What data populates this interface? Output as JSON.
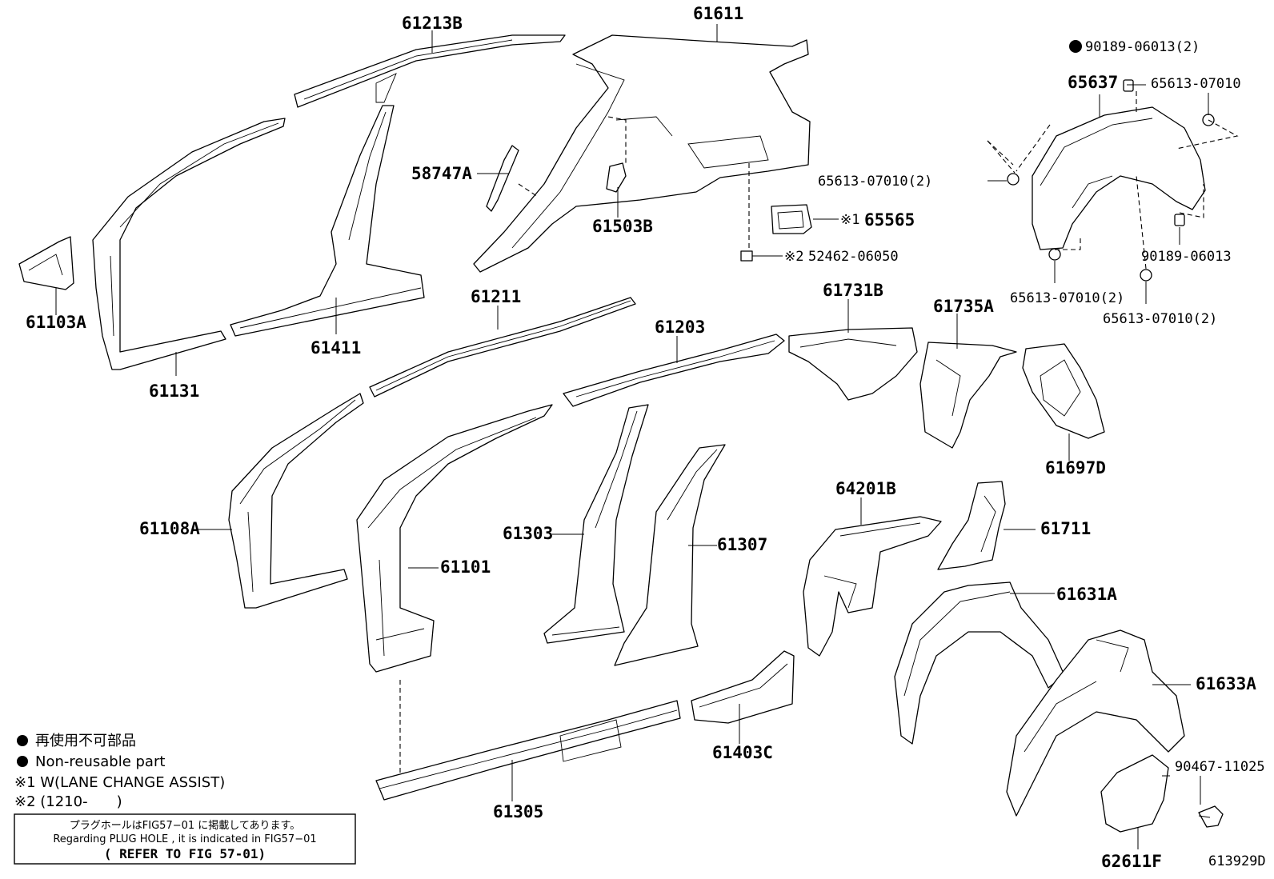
{
  "labels": {
    "p61213B": "61213B",
    "p61611": "61611",
    "p58747A": "58747A",
    "p61503B": "61503B",
    "p61103A": "61103A",
    "p61411": "61411",
    "p61131": "61131",
    "p65565": "65565",
    "p52462": "52462-06050",
    "p65637": "65637",
    "p90189a": "90189-06013(2)",
    "p65613a": "65613-07010",
    "p65613b": "65613-07010(2)",
    "p90189b": "90189-06013",
    "p65613c": "65613-07010(2)",
    "p65613d": "65613-07010(2)",
    "p61211": "61211",
    "p61203": "61203",
    "p61731B": "61731B",
    "p61735A": "61735A",
    "p61697D": "61697D",
    "p61108A": "61108A",
    "p61101": "61101",
    "p61303": "61303",
    "p61307": "61307",
    "p64201B": "64201B",
    "p61711": "61711",
    "p61631A": "61631A",
    "p61633A": "61633A",
    "p90467": "90467-11025",
    "p62611F": "62611F",
    "p61305": "61305",
    "p61403C": "61403C",
    "mark1": "※1",
    "mark2": "※2"
  },
  "legend": {
    "ja": "再使用不可部品",
    "en": "Non-reusable part",
    "note1": "※1 W(LANE CHANGE ASSIST)",
    "note2": "※2 (1210-　　)"
  },
  "note_box": {
    "line_ja": "プラグホールはFIG57−01 に掲載してあります。",
    "line_en": "Regarding PLUG HOLE , it is indicated in FIG57−01",
    "line_ref": "( REFER TO FIG 57-01)"
  },
  "figure_id": "613929D"
}
